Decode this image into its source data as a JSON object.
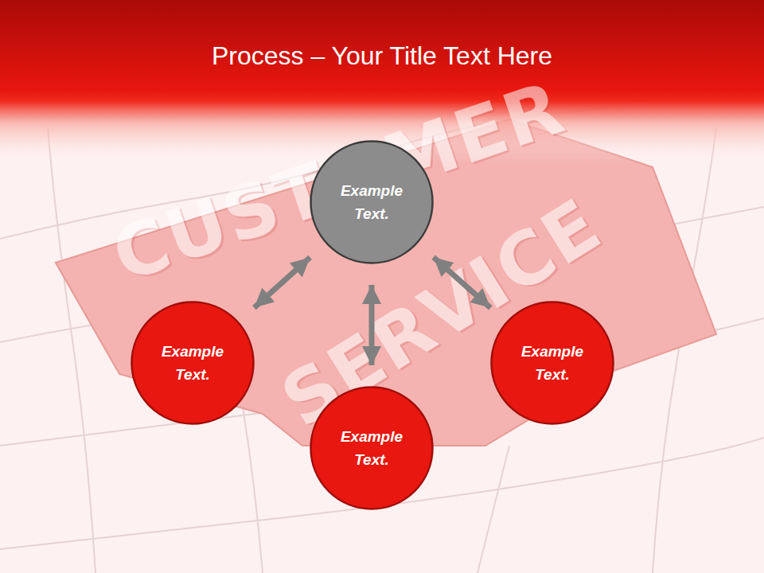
{
  "diagram": {
    "title": "Process – Your Title Text Here",
    "nodes": [
      {
        "text": [
          "Example Text."
        ]
      },
      {
        "text": [
          "Example Text."
        ]
      },
      {
        "text": [
          "Example Text."
        ]
      },
      {
        "text": [
          "Example Text."
        ]
      }
    ],
    "edges": [
      {
        "from": 0,
        "to": 1,
        "arrow": "both"
      },
      {
        "from": 0,
        "to": 3,
        "arrow": "both"
      },
      {
        "from": 0,
        "to": 2,
        "arrow": "both"
      }
    ],
    "labels": [
      "CUSTOMER",
      "SERVICE"
    ]
  }
}
